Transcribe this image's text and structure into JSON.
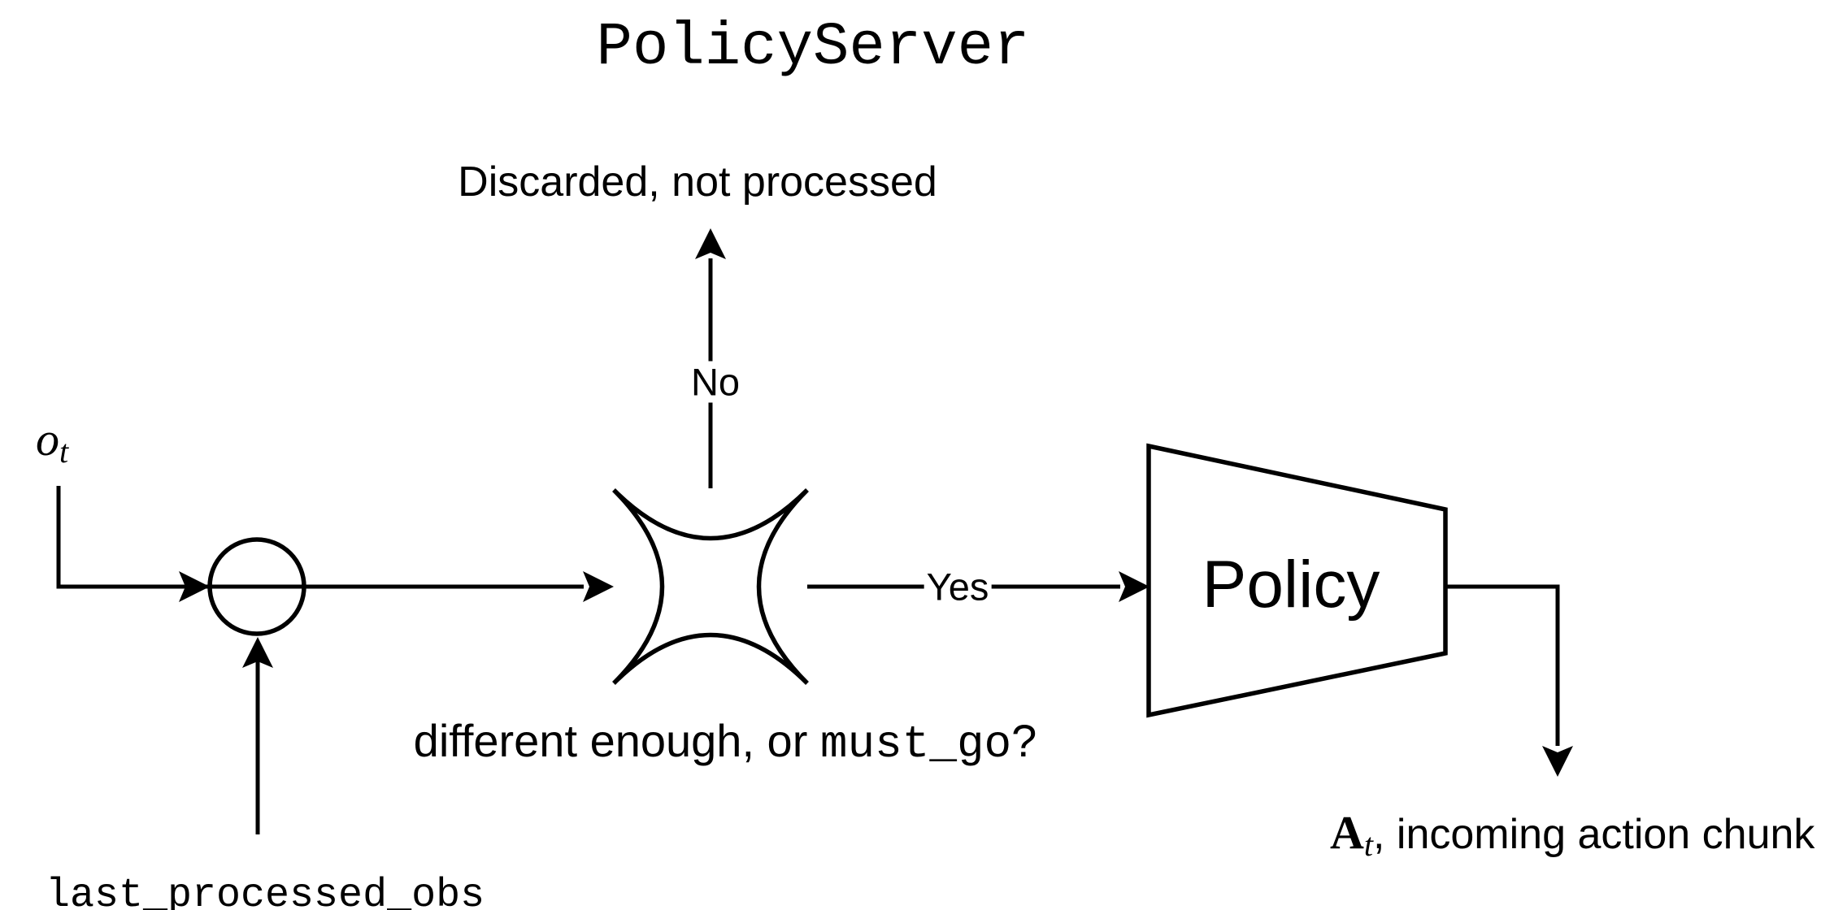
{
  "title": "PolicyServer",
  "labels": {
    "discarded": "Discarded, not processed",
    "no": "No",
    "yes": "Yes",
    "condition_prefix": "different enough, or ",
    "condition_code": "must_go",
    "condition_suffix": "?",
    "policy": "Policy",
    "obs_symbol": "o",
    "obs_subscript": "t",
    "last_processed_obs": "last_processed_obs",
    "action_symbol": "A",
    "action_subscript": "t",
    "action_text": ", incoming action chunk"
  },
  "colors": {
    "ink": "#000000",
    "background": "#ffffff"
  }
}
